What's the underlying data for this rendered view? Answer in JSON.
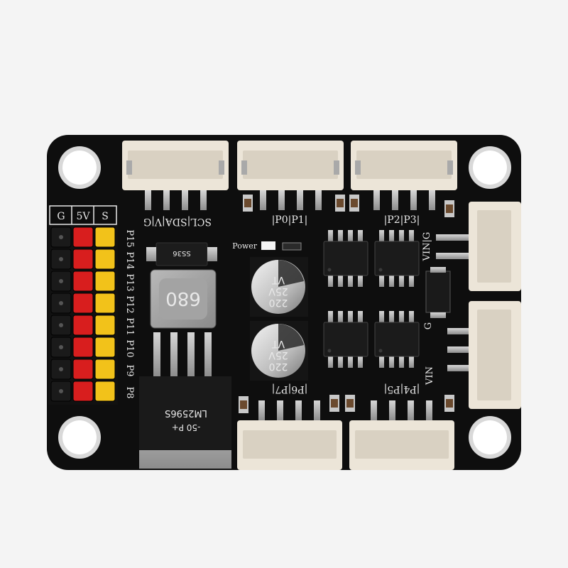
{
  "board": {
    "header_labels": {
      "gnd": "G",
      "vcc": "5V",
      "signal": "S"
    },
    "servo_labels": [
      "P15",
      "P14",
      "P13",
      "P12",
      "P11",
      "P10",
      "P9",
      "P8"
    ],
    "i2c_label": "SCL|SDA|V|G",
    "port_labels": {
      "p0p1": "|P0|P1|",
      "p2p3": "|P2|P3|",
      "p4p5": "|P4|P5|",
      "p6p7": "|P6|P7|"
    },
    "power_label": "Power",
    "vin_g_label": "VIN|G",
    "g_label": "G",
    "vin_label": "VIN",
    "inductor_marking": "680",
    "regulator_marking": "LM2596S",
    "regulator_sub": "-50  P+",
    "capacitors": [
      {
        "value": "220",
        "voltage": "25V",
        "series": "VT"
      },
      {
        "value": "220",
        "voltage": "25V",
        "series": "VT"
      }
    ],
    "diode_marking": "SS36",
    "colors": {
      "pcb": "#0e0e0e",
      "connector": "#ece5d8",
      "gnd_header": "#1a1a1a",
      "vcc_header": "#d81e1e",
      "signal_header": "#f2c21a",
      "silkscreen": "#e8e8e8"
    }
  }
}
